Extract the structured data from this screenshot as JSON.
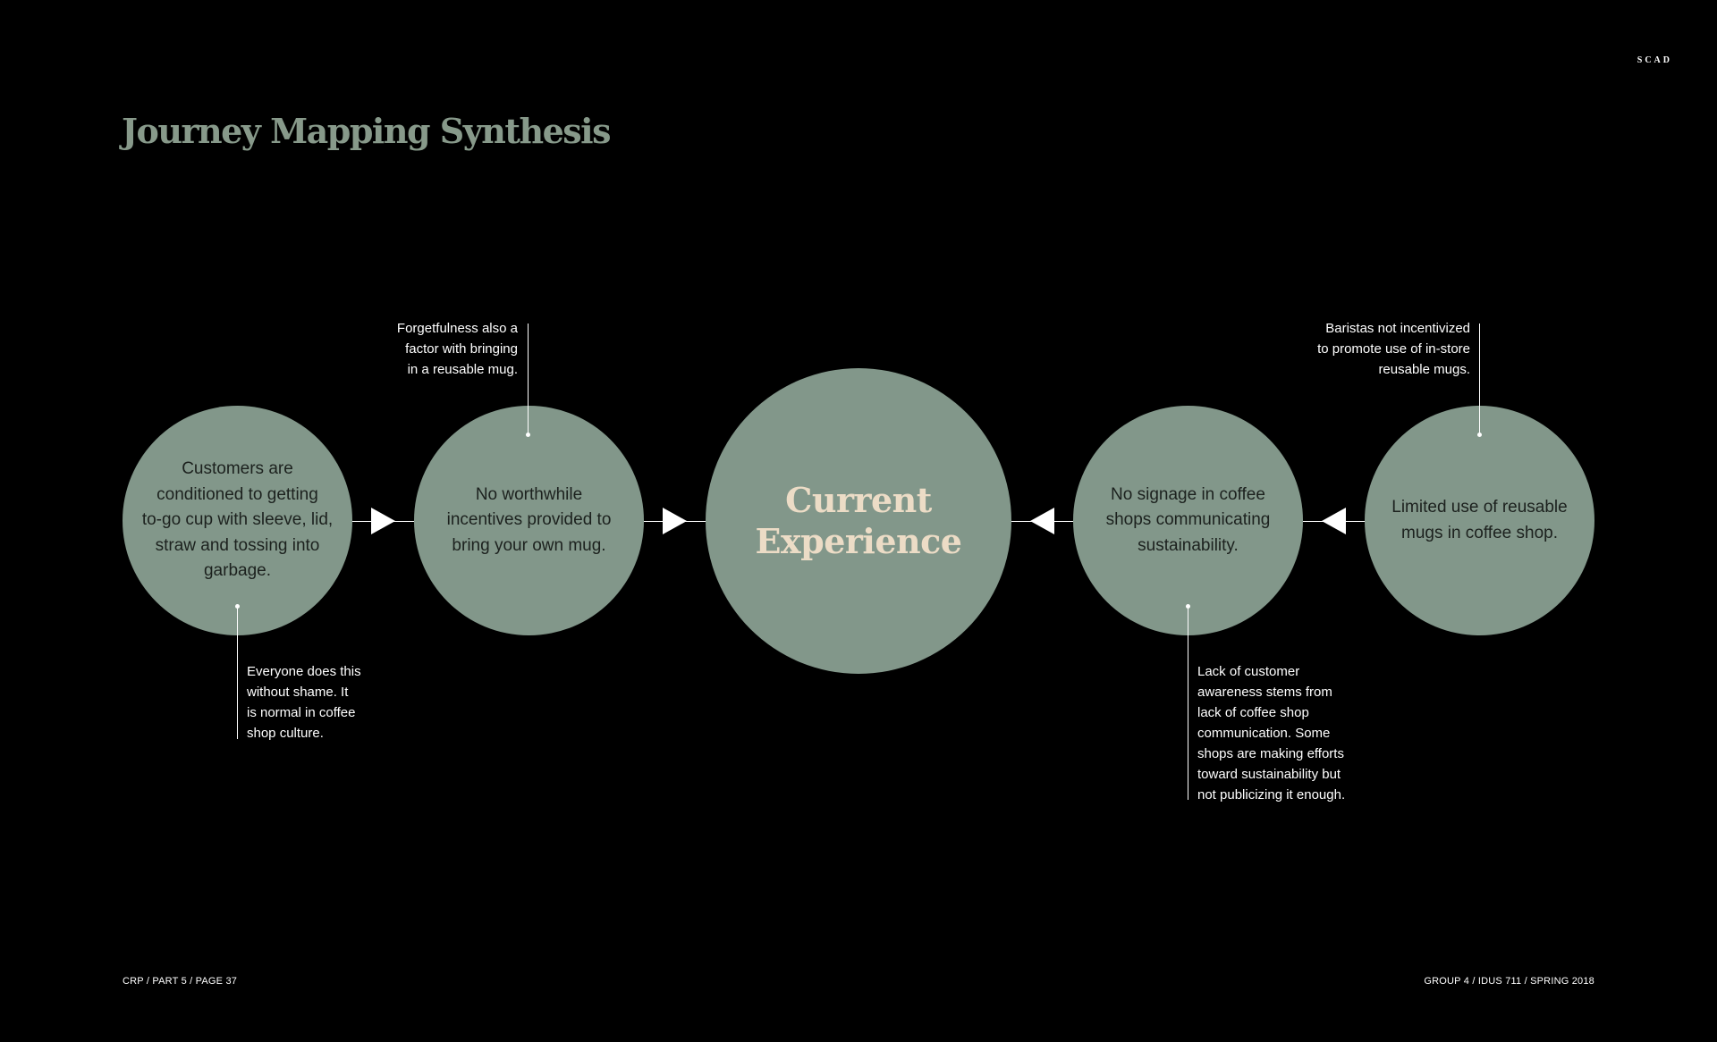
{
  "brand": "SCAD",
  "title": "Journey Mapping Synthesis",
  "circles": {
    "c1": "Customers are\nconditioned to getting\nto-go cup with sleeve, lid,\nstraw and tossing into\ngarbage.",
    "c2": "No worthwhile\nincentives provided to\nbring your own mug.",
    "center": "Current\nExperience",
    "c4": "No signage in coffee\nshops communicating\nsustainability.",
    "c5": "Limited use of reusable\nmugs in coffee shop."
  },
  "notes": {
    "n1": "Everyone does this\nwithout shame. It\nis normal in coffee\nshop culture.",
    "n2": "Forgetfulness also a\nfactor with bringing\nin a reusable mug.",
    "n4": "Lack of customer\nawareness stems from\nlack of coffee shop\ncommunication. Some\nshops are making efforts\ntoward sustainability but\nnot publicizing it enough.",
    "n5": "Baristas not incentivized\nto promote use of in-store\nreusable mugs."
  },
  "footer": {
    "left": "CRP / PART 5 / PAGE 37",
    "right": "GROUP 4 / IDUS 711 / SPRING 2018"
  },
  "colors": {
    "background": "#000000",
    "circle_fill": "#82978a",
    "title": "#87998a",
    "center_text": "#ecdcc6"
  }
}
